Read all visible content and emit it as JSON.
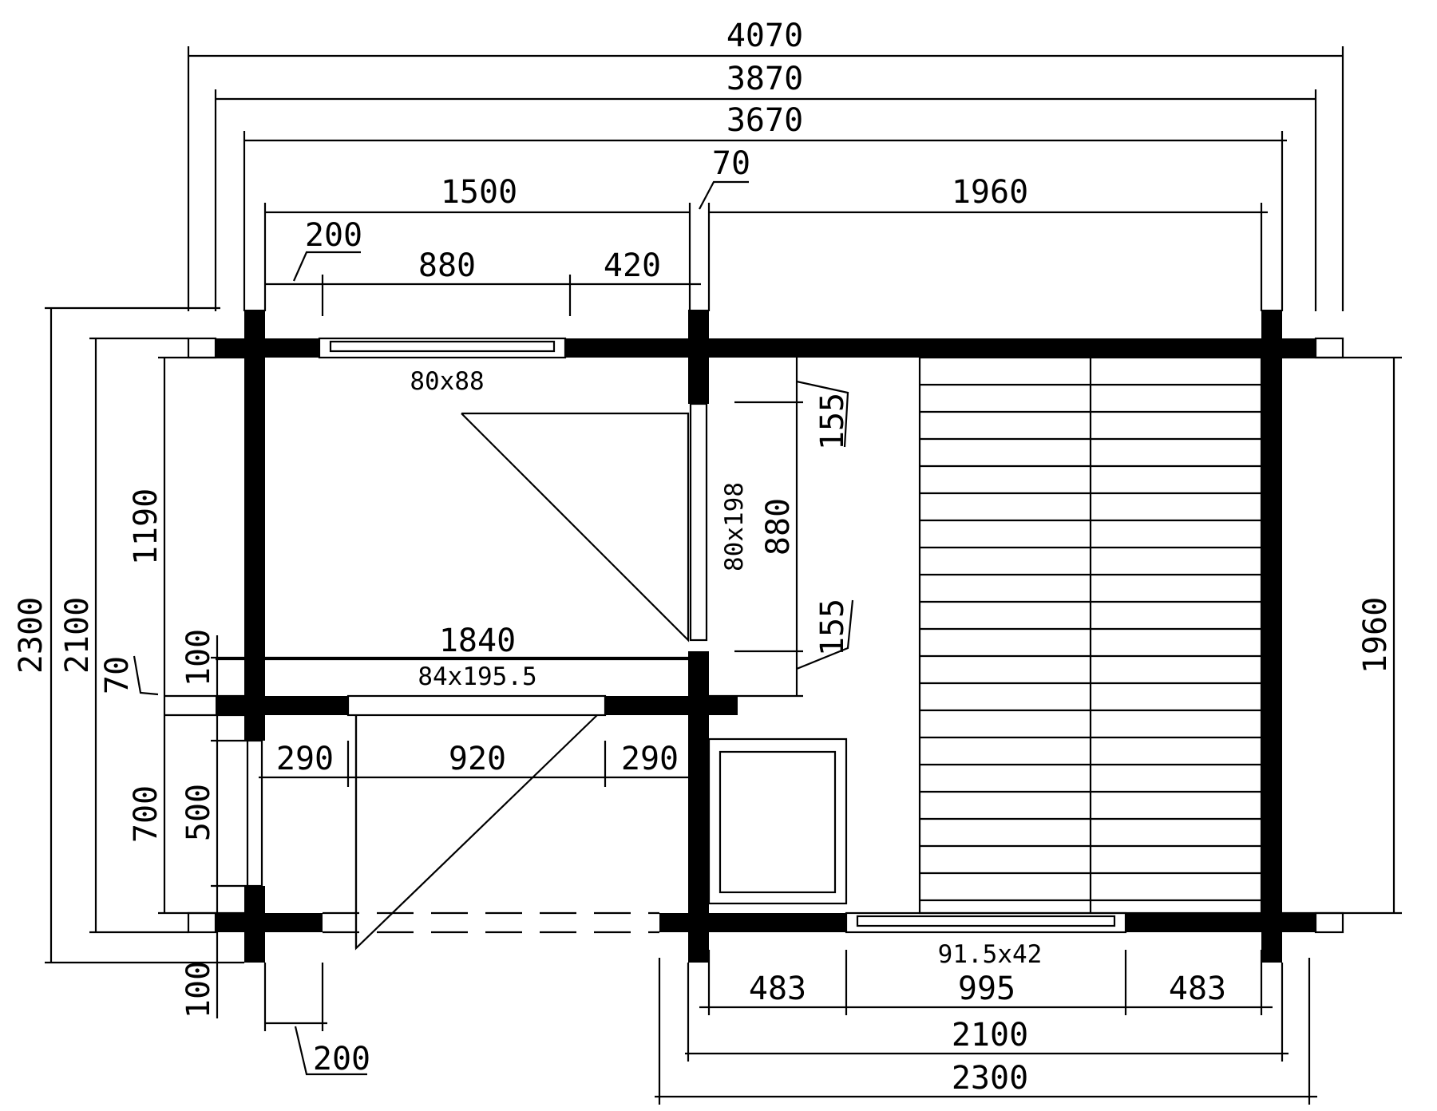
{
  "plan": {
    "dims": {
      "total_width_outer": "4070",
      "total_width_mid": "3870",
      "total_width_inner": "3670",
      "left_room_width": "1500",
      "partition_thickness": "70",
      "right_room_width": "1960",
      "top_window_offset": "200",
      "top_window_width": "880",
      "top_window_right": "420",
      "left_room_depth": "1190",
      "bottom_offset_100": "100",
      "partition_70_left": "70",
      "total_height_outer": "2300",
      "total_height_inner": "2100",
      "porch_depth": "700",
      "porch_opening": "500",
      "porch_bottom_100": "100",
      "bottom_offset_200": "200",
      "inner_door_left": "290",
      "inner_door_width": "920",
      "inner_door_right": "290",
      "partition_width_1840": "1840",
      "door_side_155_top": "155",
      "door_880": "880",
      "door_side_155_bottom": "155",
      "right_room_depth": "1960",
      "bottom_window_left": "483",
      "bottom_window_width": "995",
      "bottom_window_right": "483",
      "bottom_width_inner": "2100",
      "bottom_width_outer": "2300"
    },
    "labels": {
      "top_window": "80x88",
      "inner_door": "80x198",
      "porch_door": "84x195.5",
      "bottom_window": "91.5x42"
    }
  }
}
